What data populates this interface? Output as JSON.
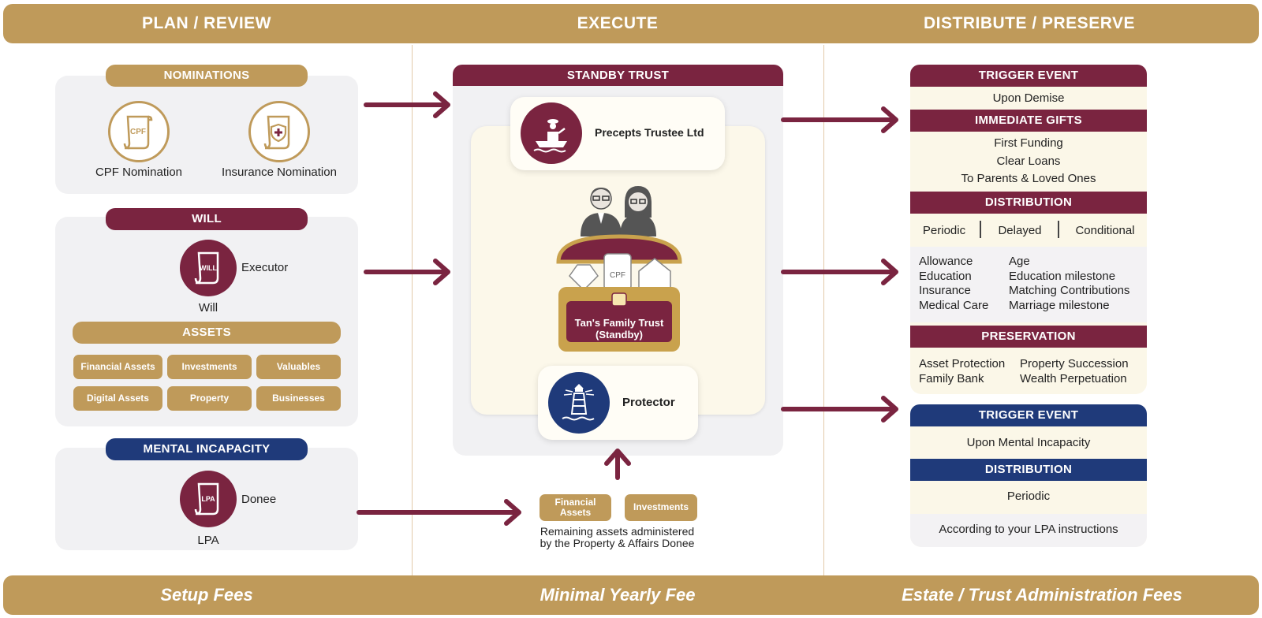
{
  "header": {
    "plan_review": "PLAN / REVIEW",
    "execute": "EXECUTE",
    "distribute_preserve": "DISTRIBUTE / PRESERVE"
  },
  "footer": {
    "setup_fees": "Setup Fees",
    "yearly_fee": "Minimal Yearly Fee",
    "admin_fees": "Estate / Trust Administration Fees"
  },
  "plan": {
    "nominations": {
      "title": "NOMINATIONS",
      "cpf_icon_text": "CPF",
      "cpf_label": "CPF Nomination",
      "insurance_label": "Insurance Nomination"
    },
    "will": {
      "title": "WILL",
      "icon_text": "WILL",
      "will_label": "Will",
      "executor_label": "Executor"
    },
    "assets": {
      "title": "ASSETS",
      "items": [
        "Financial Assets",
        "Investments",
        "Valuables",
        "Digital Assets",
        "Property",
        "Businesses"
      ]
    },
    "mental": {
      "title": "MENTAL INCAPACITY",
      "icon_text": "LPA",
      "lpa_label": "LPA",
      "donee_label": "Donee"
    }
  },
  "execute": {
    "standby_title": "STANDBY TRUST",
    "trustee_label": "Precepts Trustee Ltd",
    "chest_cpf": "CPF",
    "chest_label_line1": "Tan's Family Trust",
    "chest_label_line2": "(Standby)",
    "protector_label": "Protector",
    "remaining_chips": [
      "Financial Assets",
      "Investments"
    ],
    "remaining_text_line1": "Remaining assets administered",
    "remaining_text_line2": "by the Property & Affairs Donee"
  },
  "distribute": {
    "trigger1_title": "TRIGGER EVENT",
    "trigger1_value": "Upon  Demise",
    "gifts_title": "IMMEDIATE GIFTS",
    "gifts": [
      "First Funding",
      "Clear Loans",
      "To Parents & Loved Ones"
    ],
    "distribution_title": "DISTRIBUTION",
    "distribution_types": [
      "Periodic",
      "Delayed",
      "Conditional"
    ],
    "distribution_left": [
      "Allowance",
      "Education",
      "Insurance",
      "Medical Care"
    ],
    "distribution_right": [
      "Age",
      "Education milestone",
      "Matching Contributions",
      "Marriage milestone"
    ],
    "preservation_title": "PRESERVATION",
    "preservation_left": [
      "Asset Protection",
      "Family Bank"
    ],
    "preservation_right": [
      "Property Succession",
      "Wealth Perpetuation"
    ],
    "trigger2_title": "TRIGGER EVENT",
    "trigger2_value": "Upon Mental Incapacity",
    "distribution2_title": "DISTRIBUTION",
    "distribution2_value": "Periodic",
    "lpa_instructions": "According to your LPA instructions"
  },
  "colors": {
    "gold": "#bf9a5a",
    "maroon": "#7a2440",
    "navy": "#1f3a7a"
  }
}
